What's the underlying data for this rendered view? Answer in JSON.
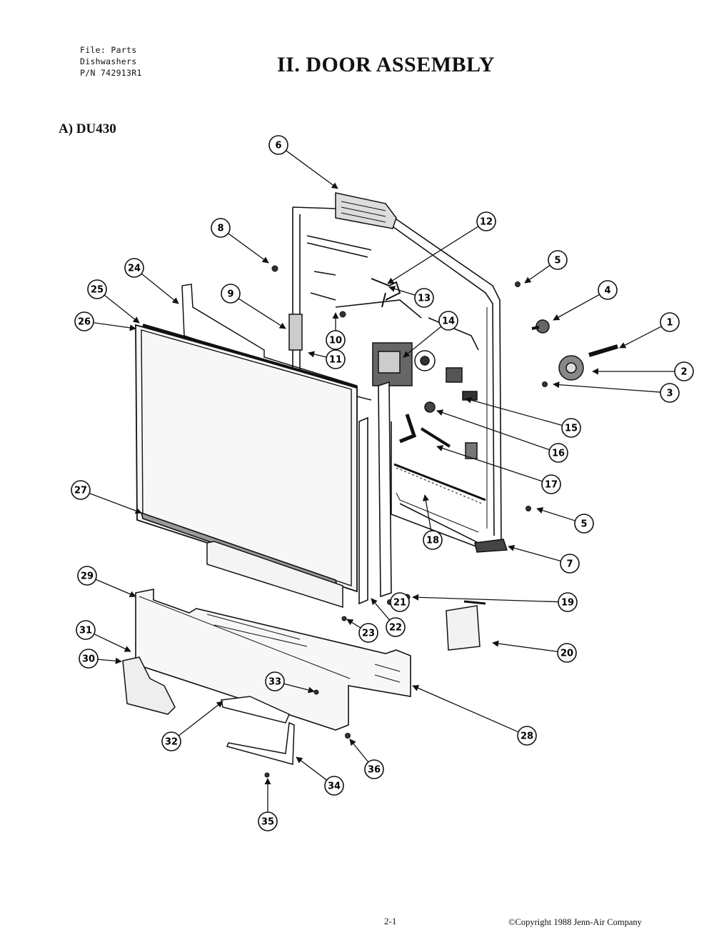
{
  "header": {
    "file_line_1": "File: Parts",
    "file_line_2": "Dishwashers",
    "file_line_3": "P/N 742913R1",
    "title": "II.  DOOR ASSEMBLY"
  },
  "section": {
    "label": "A)  DU430"
  },
  "callouts": [
    "1",
    "2",
    "3",
    "4",
    "5",
    "5",
    "6",
    "7",
    "8",
    "9",
    "10",
    "11",
    "12",
    "13",
    "14",
    "15",
    "16",
    "17",
    "18",
    "19",
    "20",
    "21",
    "22",
    "23",
    "24",
    "25",
    "26",
    "27",
    "28",
    "29",
    "30",
    "31",
    "32",
    "33",
    "34",
    "35",
    "36"
  ],
  "footer": {
    "page_number": "2-1",
    "copyright": "©Copyright 1988 Jenn-Air Company"
  }
}
